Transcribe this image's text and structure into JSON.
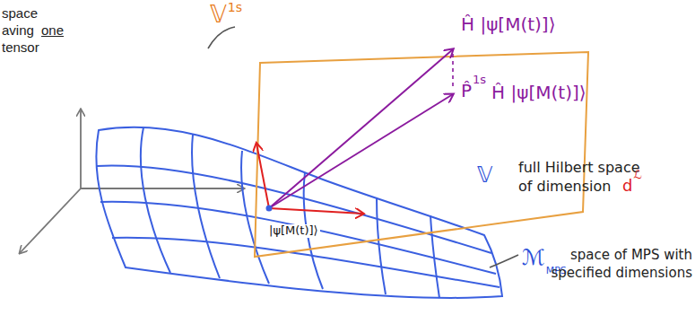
{
  "diagram": {
    "labels": [
      "space",
      "aving",
      "one",
      "tensor",
      "𝕍",
      "1s",
      "Ĥ |ψ[M(t)]⟩",
      "P̂",
      "1s",
      "Ĥ |ψ[M(t)]⟩",
      "|ψ[M(t)]⟩",
      "𝕍",
      "full Hilbert space",
      "of dimension",
      "d",
      "ℒ",
      "ℳ",
      "MPS",
      "space of MPS with",
      "specified dimensions"
    ]
  }
}
